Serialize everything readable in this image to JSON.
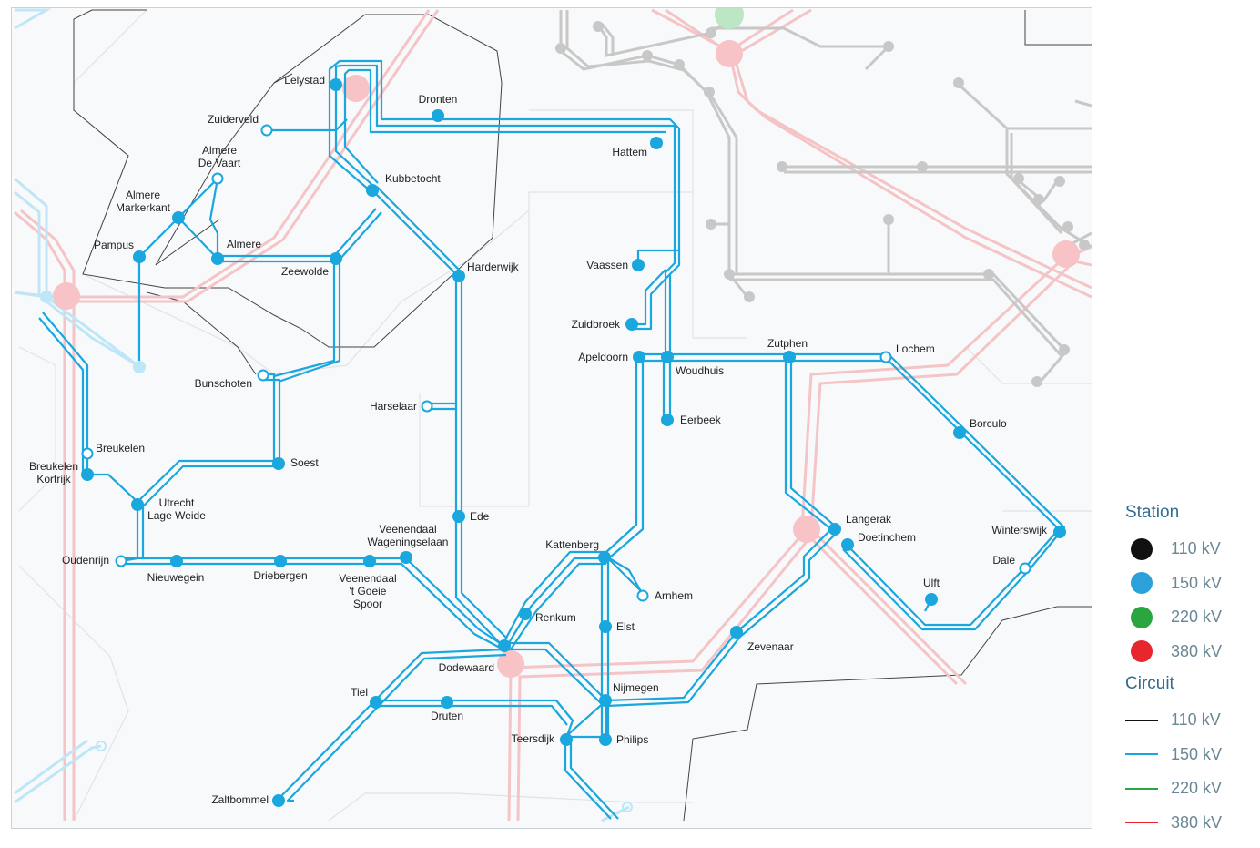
{
  "colors": {
    "v110": "#111111",
    "v150": "#1aa7de",
    "v220": "#2aa640",
    "v380": "#e8262e",
    "faint_red": "#f5c4c6",
    "faint_grey": "#c3c3c3",
    "faint_blue": "#bfe6f6",
    "region": "#444444",
    "text": "#222222",
    "legend_title": "#2f6d91",
    "legend_text": "#6a8796"
  },
  "legend": {
    "station_title": "Station",
    "circuit_title": "Circuit",
    "stations": [
      {
        "label": "110 kV",
        "color": "#111111"
      },
      {
        "label": "150 kV",
        "color": "#2aa1db"
      },
      {
        "label": "220 kV",
        "color": "#2aa640"
      },
      {
        "label": "380 kV",
        "color": "#e8262e"
      }
    ],
    "circuits": [
      {
        "label": "110 kV",
        "color": "#111111"
      },
      {
        "label": "150 kV",
        "color": "#1aa7de"
      },
      {
        "label": "220 kV",
        "color": "#2aa640"
      },
      {
        "label": "380 kV",
        "color": "#e8262e"
      }
    ]
  },
  "stations": [
    {
      "name": "Lelystad",
      "type": "filled"
    },
    {
      "name": "Dronten",
      "type": "filled"
    },
    {
      "name": "Zuiderveld",
      "type": "open"
    },
    {
      "name": "Almere De Vaart",
      "type": "open"
    },
    {
      "name": "Almere Markerkant",
      "type": "filled"
    },
    {
      "name": "Kubbetocht",
      "type": "filled"
    },
    {
      "name": "Hattem",
      "type": "filled"
    },
    {
      "name": "Pampus",
      "type": "filled"
    },
    {
      "name": "Almere",
      "type": "filled"
    },
    {
      "name": "Zeewolde",
      "type": "filled"
    },
    {
      "name": "Harderwijk",
      "type": "filled"
    },
    {
      "name": "Vaassen",
      "type": "filled"
    },
    {
      "name": "Zuidbroek",
      "type": "filled"
    },
    {
      "name": "Apeldoorn",
      "type": "filled"
    },
    {
      "name": "Woudhuis",
      "type": "filled"
    },
    {
      "name": "Zutphen",
      "type": "filled"
    },
    {
      "name": "Lochem",
      "type": "open"
    },
    {
      "name": "Bunschoten",
      "type": "open"
    },
    {
      "name": "Harselaar",
      "type": "open"
    },
    {
      "name": "Eerbeek",
      "type": "filled"
    },
    {
      "name": "Borculo",
      "type": "filled"
    },
    {
      "name": "Breukelen",
      "type": "open"
    },
    {
      "name": "Soest",
      "type": "filled"
    },
    {
      "name": "Breukelen Kortrijk",
      "type": "filled"
    },
    {
      "name": "Utrecht Lage Weide",
      "type": "filled"
    },
    {
      "name": "Ede",
      "type": "filled"
    },
    {
      "name": "Langerak",
      "type": "filled"
    },
    {
      "name": "Doetinchem",
      "type": "filled"
    },
    {
      "name": "Winterswijk",
      "type": "filled"
    },
    {
      "name": "Veenendaal Wageningselaan",
      "type": "filled"
    },
    {
      "name": "Kattenberg",
      "type": "filled"
    },
    {
      "name": "Oudenrijn",
      "type": "open"
    },
    {
      "name": "Nieuwegein",
      "type": "filled"
    },
    {
      "name": "Driebergen",
      "type": "filled"
    },
    {
      "name": "Veenendaal 't Goeie Spoor",
      "type": "filled"
    },
    {
      "name": "Dale",
      "type": "open"
    },
    {
      "name": "Ulft",
      "type": "filled"
    },
    {
      "name": "Arnhem",
      "type": "open"
    },
    {
      "name": "Renkum",
      "type": "filled"
    },
    {
      "name": "Elst",
      "type": "filled"
    },
    {
      "name": "Zevenaar",
      "type": "filled"
    },
    {
      "name": "Dodewaard",
      "type": "filled"
    },
    {
      "name": "Nijmegen",
      "type": "filled"
    },
    {
      "name": "Tiel",
      "type": "filled"
    },
    {
      "name": "Druten",
      "type": "filled"
    },
    {
      "name": "Teersdijk",
      "type": "filled"
    },
    {
      "name": "Philips",
      "type": "filled"
    },
    {
      "name": "Zaltbommel",
      "type": "filled"
    }
  ]
}
